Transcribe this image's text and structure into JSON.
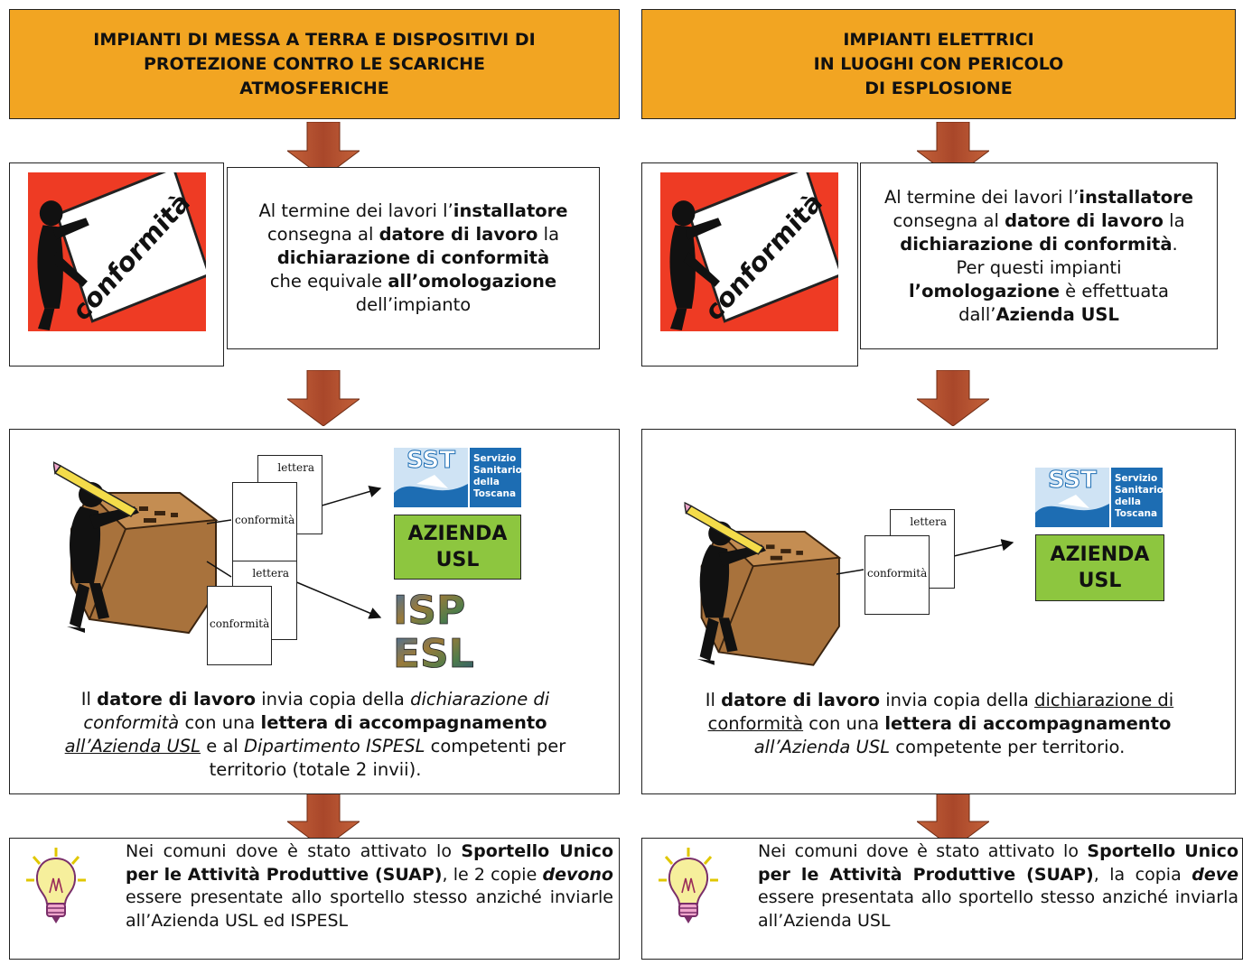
{
  "left": {
    "header": [
      "IMPIANTI DI MESSA A TERRA E DISPOSITIVI DI",
      "PROTEZIONE CONTRO LE SCARICHE",
      "ATMOSFERICHE"
    ],
    "conformita_sign": "conformità",
    "step1": {
      "l1_a": "Al termine dei lavori l’",
      "l1_b": "installatore",
      "l2_a": "consegna al ",
      "l2_b": "datore di lavoro",
      "l2_c": " la",
      "l3": "dichiarazione di conformità",
      "l4_a": "che equivale ",
      "l4_b": "all’omologazione",
      "l5": "dell’impianto"
    },
    "doc1": {
      "back": "lettera",
      "front": "conformità"
    },
    "doc2": {
      "back": "lettera",
      "front": "conformità"
    },
    "sst_logo": {
      "big": "SST",
      "small": [
        "Servizio",
        "Sanitario",
        "della",
        "Toscana"
      ]
    },
    "azienda": [
      "AZIENDA",
      "USL"
    ],
    "ispesl_logo": [
      "ISP",
      "ESL"
    ],
    "step2": {
      "a": "Il ",
      "b": "datore di lavoro",
      "c": " invia copia della ",
      "d": "dichiarazione di",
      "e": "conformità",
      "f": " con una ",
      "g": "lettera di accompagnamento",
      "h": "all’Azienda USL",
      "i": " e al ",
      "j": "Dipartimento ISPESL",
      "k": " competenti per",
      "l": "territorio (totale 2 invii)."
    },
    "note": {
      "a": "Nei comuni dove è stato attivato lo ",
      "b": "Sportello Unico per le Attività Produttive (SUAP)",
      "c": ", le 2 copie ",
      "d": "devono",
      "e": " essere presentate allo sportello stesso anziché inviarle all’Azienda USL ed ISPESL"
    }
  },
  "right": {
    "header": [
      "IMPIANTI ELETTRICI",
      "IN LUOGHI CON PERICOLO",
      "DI ESPLOSIONE"
    ],
    "conformita_sign": "conformità",
    "step1": {
      "l1_a": "Al termine dei lavori l’",
      "l1_b": "installatore",
      "l2_a": "consegna al ",
      "l2_b": "datore di lavoro",
      "l2_c": " la",
      "l3_a": "dichiarazione di conformità",
      "l3_b": ".",
      "l4": "Per questi impianti",
      "l5_a": "l’omologazione",
      "l5_b": " è effettuata",
      "l6_a": "dall’",
      "l6_b": "Azienda USL"
    },
    "doc": {
      "back": "lettera",
      "front": "conformità"
    },
    "sst_logo": {
      "big": "SST",
      "small": [
        "Servizio",
        "Sanitario",
        "della",
        "Toscana"
      ]
    },
    "azienda": [
      "AZIENDA",
      "USL"
    ],
    "step2": {
      "a": "Il ",
      "b": "datore di lavoro",
      "c": " invia copia della ",
      "d": "dichiarazione di",
      "e": "conformità",
      "f": " con una ",
      "g": "lettera di accompagnamento",
      "h": "all’Azienda USL",
      "i": " competente per territorio."
    },
    "note": {
      "a": "Nei comuni dove è stato attivato lo ",
      "b": "Sportello Unico per le Attività Produttive (SUAP)",
      "c": ", la copia ",
      "d": "deve",
      "e": " essere presentata allo sportello stesso anziché inviarla all’Azienda USL"
    }
  },
  "colors": {
    "header": "#f2a522",
    "arrow": "#b5532e",
    "red_panel": "#ee3b24",
    "azienda": "#8dc63f",
    "sst_blue": "#1d6db3"
  }
}
